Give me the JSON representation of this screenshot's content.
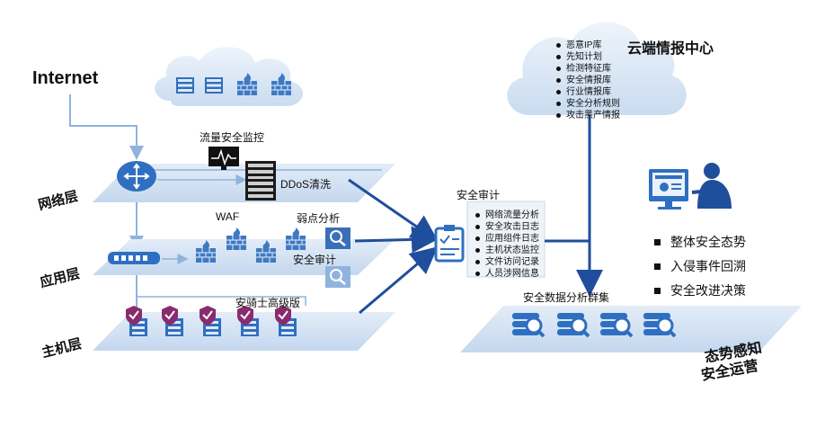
{
  "internet_label": "Internet",
  "cloud_center": {
    "title": "云端情报中心",
    "items": [
      "恶意IP库",
      "先知计划",
      "检测特征库",
      "安全情报库",
      "行业情报库",
      "安全分析规则",
      "攻击黑产情报"
    ]
  },
  "layers": {
    "network": "网络层",
    "application": "应用层",
    "host": "主机层"
  },
  "components": {
    "traffic_monitor": "流量安全监控",
    "ddos": "DDoS清洗",
    "waf": "WAF",
    "vuln_scan": "弱点分析",
    "security_audit_small": "安全审计",
    "host_agent": "安骑士高级版"
  },
  "audit_panel": {
    "title": "安全审计",
    "items": [
      "网络流量分析",
      "安全攻击日志",
      "应用组件日志",
      "主机状态监控",
      "文件访问记录",
      "人员涉网信息"
    ]
  },
  "analysis_cluster": "安全数据分析群集",
  "outcomes": [
    "整体安全态势",
    "入侵事件回溯",
    "安全改进决策"
  ],
  "situation": {
    "line1": "态势感知",
    "line2": "安全运营"
  },
  "colors": {
    "arrow_blue": "#1f4e9c",
    "plane_blue": "#cfdff0",
    "icon_blue": "#2f6fc1",
    "cloud_fill": "#dde9f6"
  }
}
